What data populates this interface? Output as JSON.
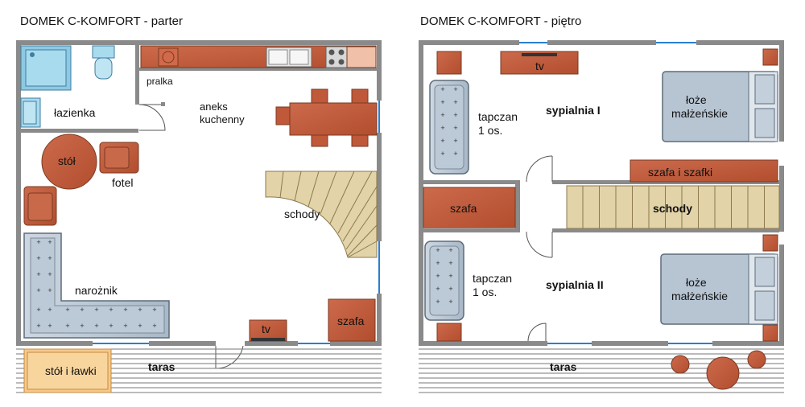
{
  "ground_floor": {
    "title": "DOMEK C-KOMFORT - parter",
    "rooms": {
      "bathroom": "łazienka",
      "laundry": "pralka",
      "kitchen_line1": "aneks",
      "kitchen_line2": "kuchenny",
      "stairs": "schody",
      "corner_sofa": "narożnik",
      "table": "stół",
      "armchair": "fotel",
      "tv": "tv",
      "wardrobe": "szafa",
      "terrace": "taras",
      "terrace_table": "stół i ławki"
    }
  },
  "first_floor": {
    "title": "DOMEK C-KOMFORT - piętro",
    "rooms": {
      "tv": "tv",
      "sofa1_line1": "tapczan",
      "sofa1_line2": "1 os.",
      "bedroom1": "sypialnia I",
      "bed1_line1": "łoże",
      "bed1_line2": "małżeńskie",
      "wardrobe_cabinets": "szafa i szafki",
      "wardrobe": "szafa",
      "stairs": "schody",
      "sofa2_line1": "tapczan",
      "sofa2_line2": "1 os.",
      "bedroom2": "sypialnia II",
      "bed2_line1": "łoże",
      "bed2_line2": "małżeńskie",
      "terrace": "taras"
    }
  },
  "colors": {
    "wall": "#888888",
    "wood": "#c0583a",
    "sofa": "#b4c2d0",
    "stairs": "#e2d3a8",
    "window": "#2a7fd0",
    "terrace_table": "#f6c98a"
  }
}
